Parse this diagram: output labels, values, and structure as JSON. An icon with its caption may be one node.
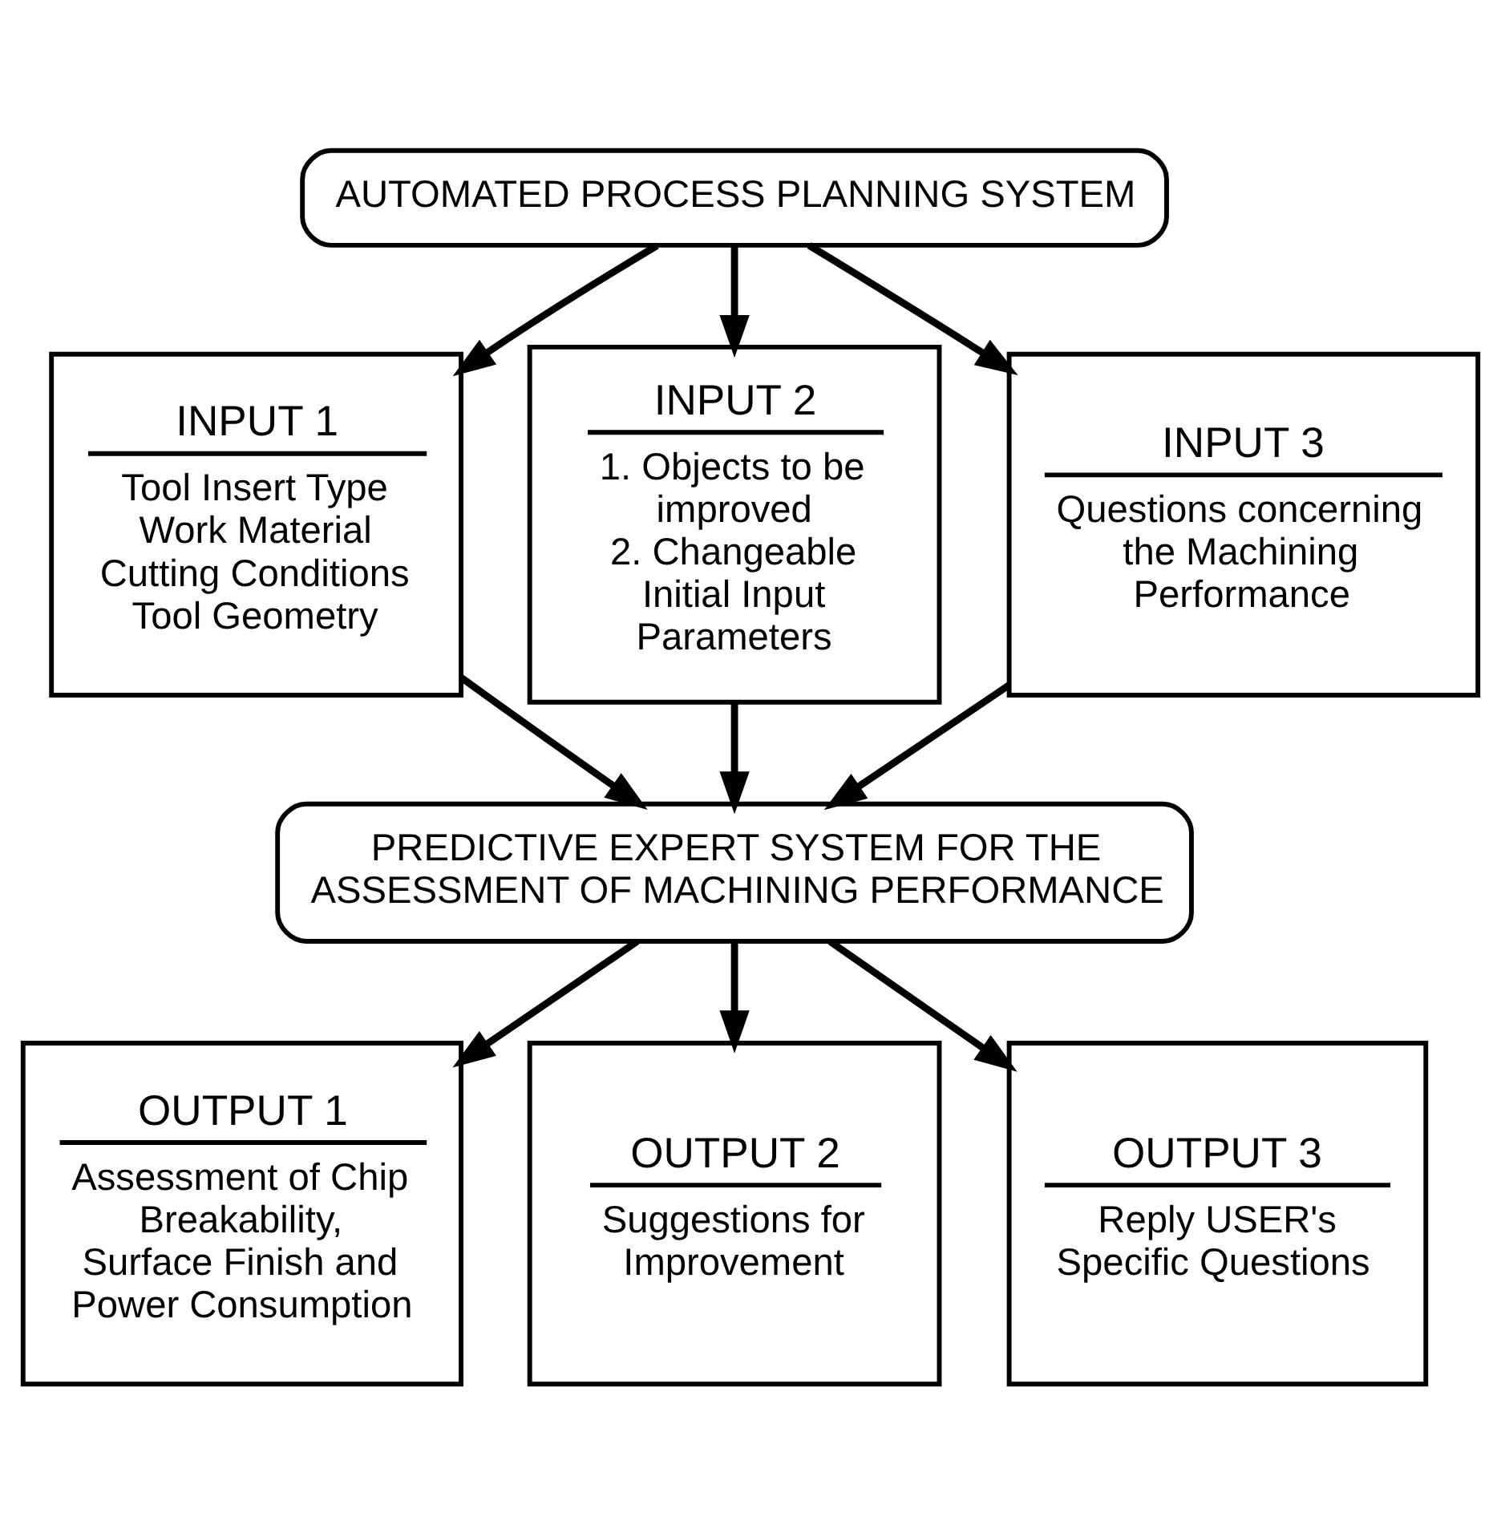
{
  "diagram": {
    "nodes": [
      {
        "text": [
          "AUTOMATED PROCESS PLANNING SYSTEM"
        ]
      },
      {
        "text": [
          "INPUT 1",
          "Tool Insert Type",
          "Work Material",
          "Cutting Conditions",
          "Tool Geometry"
        ]
      },
      {
        "text": [
          "INPUT 2",
          "1. Objects to be improved",
          "2. Changeable Initial Input Parameters"
        ]
      },
      {
        "text": [
          "INPUT 3",
          "Questions concerning the Machining Performance"
        ]
      },
      {
        "text": [
          "PREDICTIVE EXPERT SYSTEM FOR THE ASSESSMENT OF MACHINING PERFORMANCE"
        ]
      },
      {
        "text": [
          "OUTPUT 1",
          "Assessment of Chip Breakability, Surface Finish and Power Consumption"
        ]
      },
      {
        "text": [
          "OUTPUT 2",
          "Suggestions for Improvement"
        ]
      },
      {
        "text": [
          "OUTPUT 3",
          "Reply USER's Specific Questions"
        ]
      }
    ],
    "edges": [
      {
        "from": 0,
        "to": 1,
        "arrow": "to"
      },
      {
        "from": 0,
        "to": 2,
        "arrow": "to"
      },
      {
        "from": 0,
        "to": 3,
        "arrow": "to"
      },
      {
        "from": 1,
        "to": 4,
        "arrow": "to"
      },
      {
        "from": 2,
        "to": 4,
        "arrow": "to"
      },
      {
        "from": 3,
        "to": 4,
        "arrow": "to"
      },
      {
        "from": 4,
        "to": 5,
        "arrow": "to"
      },
      {
        "from": 4,
        "to": 6,
        "arrow": "to"
      },
      {
        "from": 4,
        "to": 7,
        "arrow": "to"
      }
    ]
  }
}
